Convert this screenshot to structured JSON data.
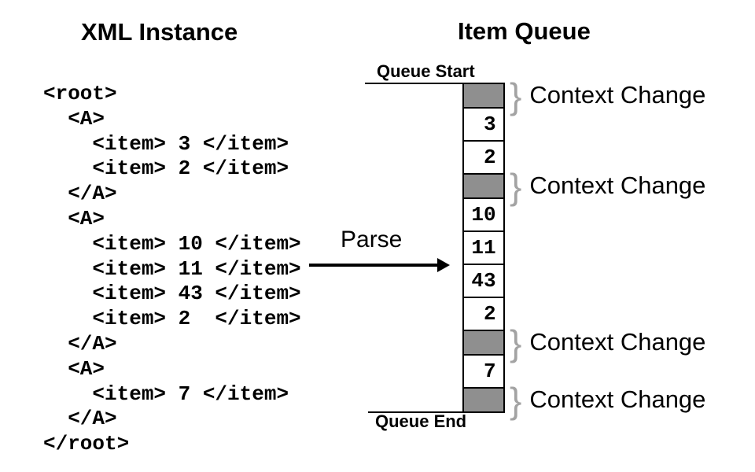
{
  "titles": {
    "xml_instance": "XML Instance",
    "item_queue": "Item Queue"
  },
  "xml": {
    "lines": [
      "<root>",
      "  <A>",
      "    <item> 3 </item>",
      "    <item> 2 </item>",
      "  </A>",
      "  <A>",
      "    <item> 10 </item>",
      "    <item> 11 </item>",
      "    <item> 43 </item>",
      "    <item> 2  </item>",
      "  </A>",
      "  <A>",
      "    <item> 7 </item>",
      "  </A>",
      "</root>"
    ]
  },
  "parse": {
    "label": "Parse"
  },
  "queue": {
    "start_label": "Queue Start",
    "end_label": "Queue End",
    "context_change_label": "Context Change",
    "brace_glyph": "}",
    "cells": [
      {
        "type": "context"
      },
      {
        "type": "item",
        "value": "3"
      },
      {
        "type": "item",
        "value": "2"
      },
      {
        "type": "context"
      },
      {
        "type": "item",
        "value": "10"
      },
      {
        "type": "item",
        "value": "11"
      },
      {
        "type": "item",
        "value": "43"
      },
      {
        "type": "item",
        "value": "2"
      },
      {
        "type": "context"
      },
      {
        "type": "item",
        "value": "7"
      },
      {
        "type": "context"
      }
    ]
  },
  "colors": {
    "context_fill": "#8f8f8f",
    "brace": "#a3a3a3",
    "text": "#000000",
    "background": "#ffffff"
  }
}
